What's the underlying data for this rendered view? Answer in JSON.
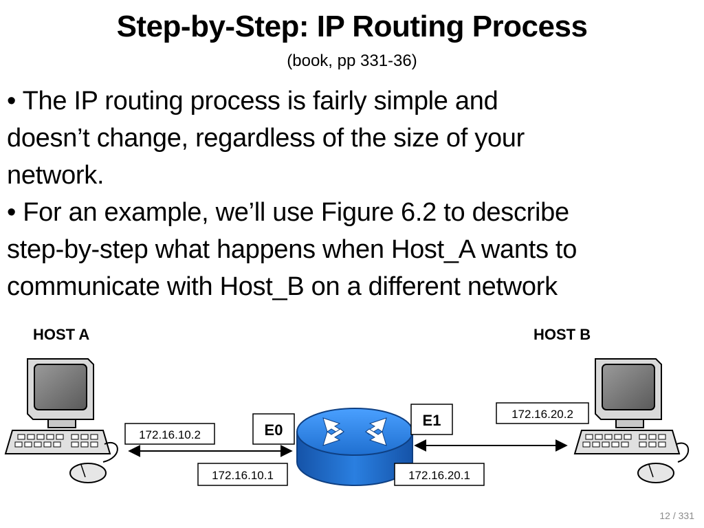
{
  "slide": {
    "title": "Step-by-Step: IP Routing Process",
    "subtitle": "(book, pp 331-36)",
    "bullets": [
      {
        "lines": [
          "• The IP routing process is fairly simple and",
          "doesn’t change, regardless of the size of your",
          "network."
        ]
      },
      {
        "lines": [
          "• For an example, we’ll use Figure 6.2 to describe",
          "step-by-step what happens when Host_A wants to",
          "communicate with Host_B on a different network"
        ]
      }
    ],
    "page_number": "12 / 331"
  },
  "diagram": {
    "host_a": {
      "label": "HOST A",
      "ip": "172.16.10.2"
    },
    "host_b": {
      "label": "HOST B",
      "ip": "172.16.20.2"
    },
    "router": {
      "e0": {
        "label": "E0",
        "ip": "172.16.10.1"
      },
      "e1": {
        "label": "E1",
        "ip": "172.16.20.1"
      },
      "color": "#1f6fd0"
    }
  }
}
